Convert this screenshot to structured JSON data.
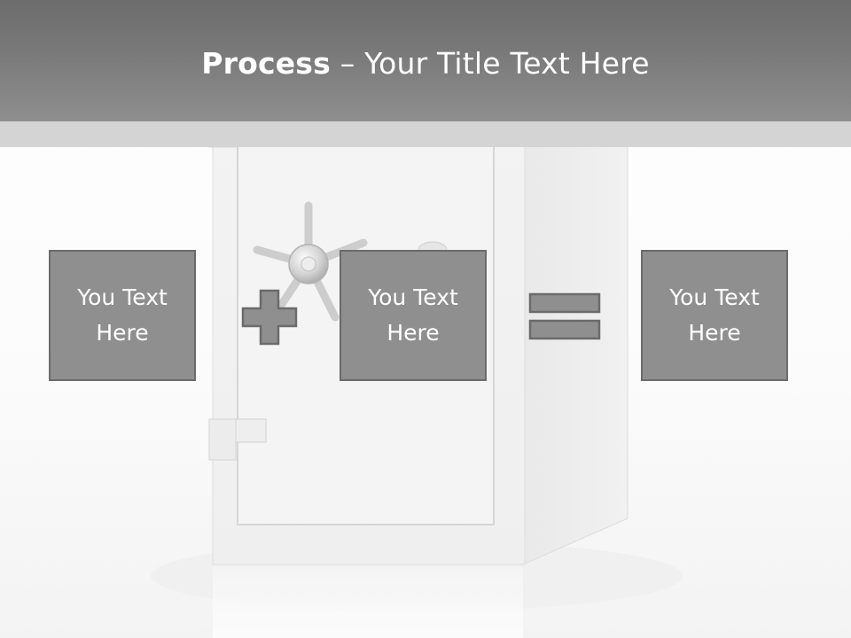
{
  "header": {
    "title_bold": "Process",
    "title_dash": " – ",
    "title_rest": "Your Title Text Here"
  },
  "boxes": [
    {
      "line1": "You Text",
      "line2": "Here"
    },
    {
      "line1": "You Text",
      "line2": "Here"
    },
    {
      "line1": "You Text",
      "line2": "Here"
    }
  ],
  "operators": [
    "plus-icon",
    "equals-icon"
  ],
  "colors": {
    "header": "#7a7a7a",
    "header_strip": "#d4d4d4",
    "box_fill": "#8f8f8f",
    "box_border": "#6b6b6b",
    "text": "#ffffff"
  }
}
